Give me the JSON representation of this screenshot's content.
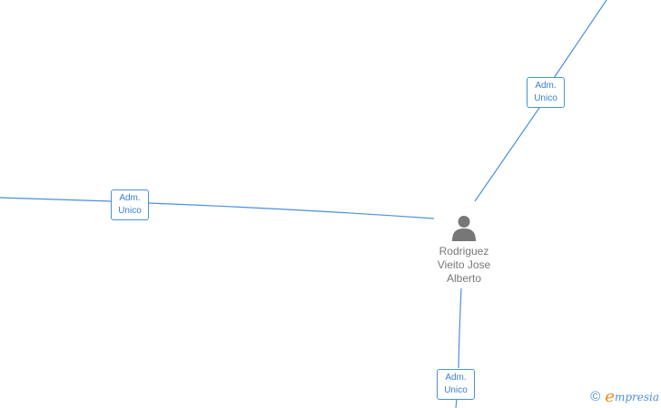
{
  "person": {
    "name_lines": [
      "Rodriguez",
      "Vieito Jose",
      "Alberto"
    ],
    "icon": "person-icon"
  },
  "edges": [
    {
      "id": "top-right",
      "label_line1": "Adm.",
      "label_line2": "Unico"
    },
    {
      "id": "left",
      "label_line1": "Adm.",
      "label_line2": "Unico"
    },
    {
      "id": "bottom",
      "label_line1": "Adm.",
      "label_line2": "Unico"
    }
  ],
  "brand": {
    "copyright_symbol": "©",
    "logo_initial": "e",
    "logo_rest": "mpresia"
  },
  "colors": {
    "edge": "#4a90d9",
    "label_text": "#3b7fd0",
    "node_icon": "#777777",
    "node_text": "#777777",
    "brand_accent": "#f08a1c"
  }
}
